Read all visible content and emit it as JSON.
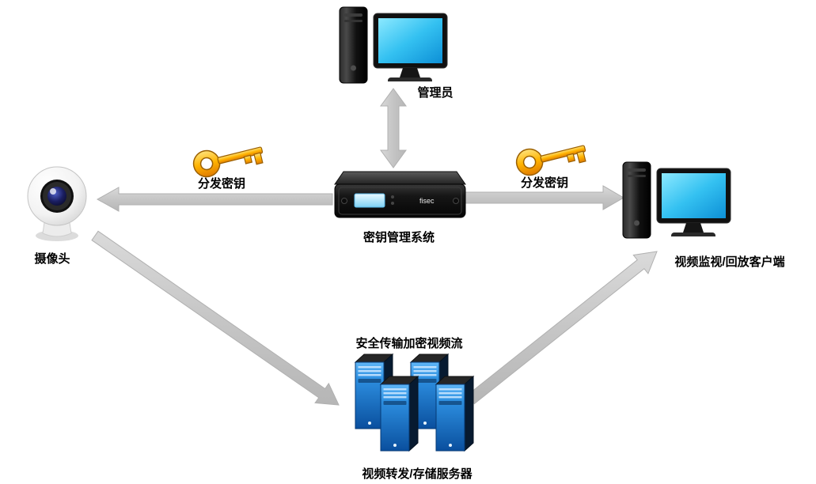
{
  "nodes": {
    "admin": {
      "label": "管理员"
    },
    "kms": {
      "label": "密钥管理系统",
      "brand": "fisec"
    },
    "camera": {
      "label": "摄像头"
    },
    "client": {
      "label": "视频监视/回放客户端"
    },
    "storage": {
      "label": "视频转发/存储服务器"
    }
  },
  "edges": {
    "key_distribute_left": {
      "label": "分发密钥"
    },
    "key_distribute_right": {
      "label": "分发密钥"
    },
    "encrypted_stream": {
      "label": "安全传输加密视频流"
    }
  },
  "colors": {
    "arrow_gray": "#c9c9c9",
    "key_gold": "#ffb300",
    "screen_blue": "#34c1f1",
    "tower_blue": "#2d8fe0",
    "lcd_blue": "#7fd2f5"
  }
}
